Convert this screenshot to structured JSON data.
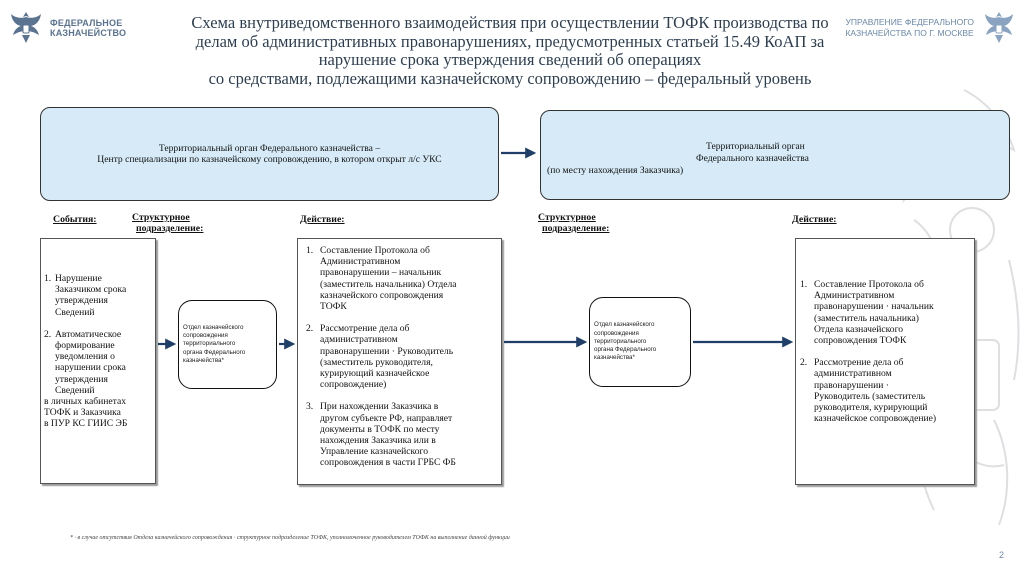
{
  "header": {
    "org_left_line1": "ФЕДЕРАЛЬНОЕ",
    "org_left_line2": "КАЗНАЧЕЙСТВО",
    "org_right_line1": "УПРАВЛЕНИЕ ФЕДЕРАЛЬНОГО",
    "org_right_line2": "КАЗНАЧЕЙСТВА ПО Г. МОСКВЕ",
    "title_lines": [
      "Схема внутриведомственного взаимодействия при осуществлении ТОФК производства по",
      "делам об административных правонарушениях, предусмотренных статьей 15.49 КоАП за",
      "нарушение срока утверждения сведений об операциях",
      "со средствами, подлежащими казначейскому сопровождению – федеральный уровень"
    ]
  },
  "organ_left": {
    "line1": "Территориальный орган Федерального казначейства –",
    "line2": "Центр специализации по казначейскому сопровождению, в котором открыт  л/с УКС"
  },
  "organ_right": {
    "line1": "Территориальный орган",
    "line2": "Федерального казначейства",
    "line3": "(по месту нахождения Заказчика)"
  },
  "headers": {
    "events": "События:",
    "unit_left_line1": "Структурное",
    "unit_left_line2": "подразделение:",
    "action_left": "Действие:",
    "unit_right_line1": "Структурное",
    "unit_right_line2": "подразделение:",
    "action_right": "Действие:"
  },
  "events": [
    {
      "num": "1.",
      "lines": [
        "Нарушение",
        "Заказчиком срока",
        "утверждения",
        "Сведений"
      ]
    },
    {
      "num": "2.",
      "lines": [
        "Автоматическое",
        "формирование",
        "уведомления о",
        "нарушении срока",
        "утверждения",
        "Сведений"
      ]
    }
  ],
  "events_tail": [
    "в личных кабинетах",
    "ТОФК и Заказчика",
    "в ПУР КС ГИИС ЭБ"
  ],
  "unit_left": [
    "Отдел казначейского",
    "сопровождения",
    "территориального",
    "органа Федерального",
    "казначейства*"
  ],
  "unit_right": [
    "Отдел казначейского",
    "сопровождения",
    "территориального",
    "органа Федерального",
    "казначейства*"
  ],
  "actions_left": [
    {
      "num": "1.",
      "lines": [
        "Составление Протокола об",
        "Административном",
        "правонарушении – начальник",
        "(заместитель начальника) Отдела",
        "казначейского сопровождения",
        "ТОФК"
      ]
    },
    {
      "num": "2.",
      "lines": [
        "Рассмотрение дела об",
        "административном",
        "правонарушении · Руководитель",
        "(заместитель руководителя,",
        "курирующий казначейское",
        "сопровождение)"
      ]
    },
    {
      "num": "3.",
      "lines": [
        "При нахождении Заказчика в",
        "другом субъекте РФ, направляет",
        "документы в ТОФК по месту",
        "нахождения Заказчика или в",
        "Управление казначейского",
        "сопровождения в части ГРБС ФБ"
      ]
    }
  ],
  "actions_right": [
    {
      "num": "1.",
      "lines": [
        "Составление Протокола об",
        "Административном",
        "правонарушении · начальник",
        "(заместитель начальника)",
        "Отдела казначейского",
        "сопровождения ТОФК"
      ]
    },
    {
      "num": "2.",
      "lines": [
        "Рассмотрение дела об",
        "административном",
        "правонарушении ·",
        "Руководитель  (заместитель",
        "руководителя, курирующий",
        "казначейское сопровождение)"
      ]
    }
  ],
  "footnote": "* · в случае отсутствия Отдела казначейского сопровождения · структурное подразделение ТОФК, уполномоченное руководителем ТОФК на выполнение данной функции",
  "page_number": "2",
  "colors": {
    "organ_fill": "#d6ebf7",
    "arrow": "#1f3f68",
    "logo": "#5a7390"
  }
}
